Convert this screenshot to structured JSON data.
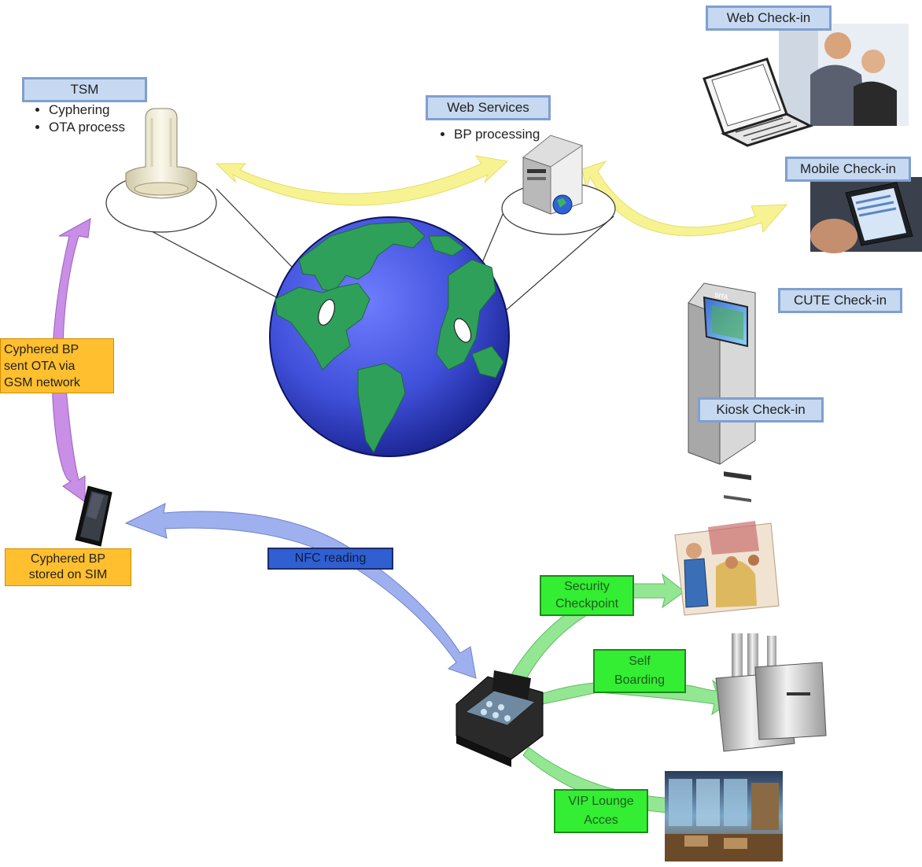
{
  "tsm": {
    "title": "TSM",
    "bullets": [
      "Cyphering",
      "OTA process"
    ]
  },
  "web_services": {
    "title": "Web Services",
    "bullets": [
      "BP processing"
    ]
  },
  "checkins": {
    "web": "Web Check-in",
    "mobile": "Mobile Check-in",
    "cute": "CUTE Check-in",
    "kiosk": "Kiosk Check-in"
  },
  "kiosk_brand": "SITA",
  "ota_note": [
    "Cyphered BP",
    "sent OTA via",
    "GSM network"
  ],
  "sim_note": [
    "Cyphered BP",
    "stored on SIM"
  ],
  "nfc": "NFC reading",
  "destinations": {
    "security": [
      "Security",
      "Checkpoint"
    ],
    "self_boarding": [
      "Self",
      "Boarding"
    ],
    "vip": [
      "VIP Lounge",
      "Acces"
    ]
  },
  "colors": {
    "label_fill": "#c6d9f1",
    "label_border": "#7f9fd0",
    "note_fill": "#ffbf2e",
    "destination_fill": "#33ee33",
    "nfc_fill": "#2f5fd0",
    "yellow_arrow": "#f7f28a",
    "purple_arrow": "#c98fe6",
    "blue_arrow": "#9fb0ee",
    "green_arrow": "#8ee68e",
    "ocean": "#3f4fd8",
    "land": "#2fa05a"
  }
}
